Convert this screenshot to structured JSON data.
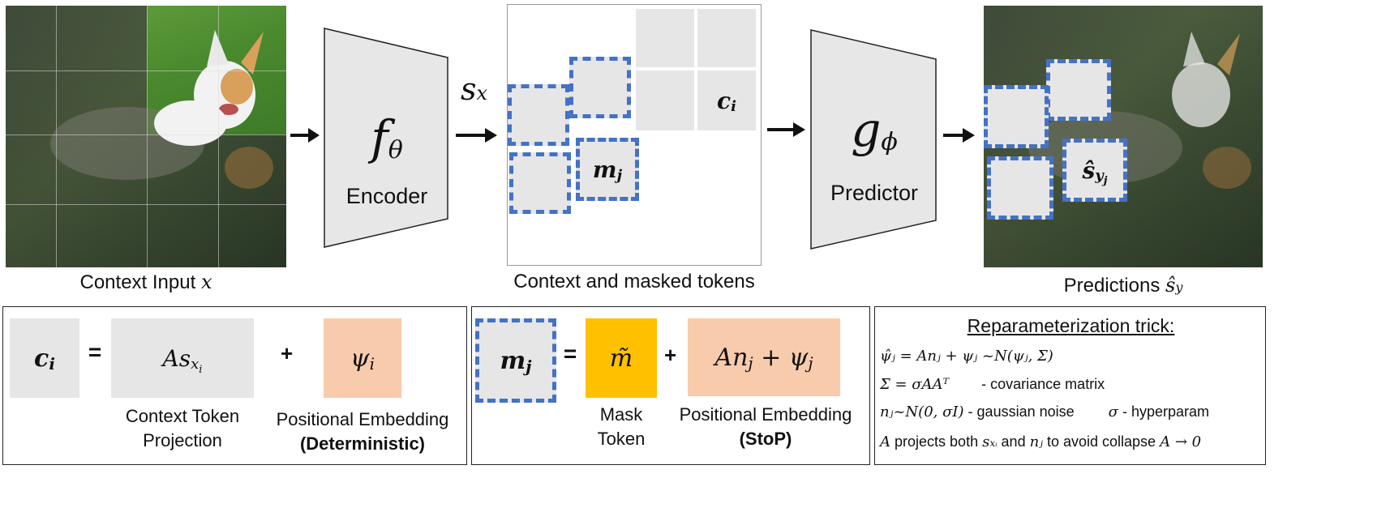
{
  "top": {
    "context_input_caption": "Context Input",
    "context_input_var": "x",
    "encoder_symbol": "f",
    "encoder_subscript": "θ",
    "encoder_label": "Encoder",
    "sx_symbol": "s",
    "sx_subscript": "x",
    "tokens_caption": "Context and masked tokens",
    "ci_symbol": "c",
    "ci_subscript": "i",
    "mj_symbol": "m",
    "mj_subscript": "j",
    "predictor_symbol": "g",
    "predictor_subscript": "ϕ",
    "predictor_label": "Predictor",
    "predictions_caption": "Predictions",
    "predictions_var": "ŝ",
    "predictions_var_sub": "y",
    "pred_token_symbol": "ŝ",
    "pred_token_sub": "y",
    "pred_token_subsub": "j"
  },
  "bottom_left": {
    "ci_symbol": "c",
    "ci_subscript": "i",
    "equals": "=",
    "proj_expr": "As",
    "proj_sub": "x",
    "proj_subsub": "i",
    "plus": "+",
    "psi_symbol": "ψ",
    "psi_sub": "i",
    "proj_label_1": "Context Token",
    "proj_label_2": "Projection",
    "pe_label": "Positional Embedding",
    "pe_type": "(Deterministic)"
  },
  "bottom_mid": {
    "mj_symbol": "m",
    "mj_subscript": "j",
    "equals": "=",
    "mask_symbol": "m̃",
    "plus": "+",
    "stop_expr": "An",
    "stop_expr_sub": "j",
    "stop_plus": " + ψ",
    "stop_plus_sub": "j",
    "mask_label_1": "Mask",
    "mask_label_2": "Token",
    "pe_label": "Positional Embedding",
    "pe_type": "(StoP)"
  },
  "bottom_right": {
    "title": "Reparameterization trick:",
    "line1": "ψ̂ⱼ = Anⱼ + ψⱼ ~N(ψⱼ, Σ)",
    "line2_expr": "Σ = σAAᵀ",
    "line2_desc": "- covariance matrix",
    "line3_expr": "nⱼ~N(0, σI)",
    "line3_desc": "- gaussian noise",
    "line3_sigma": "σ",
    "line3_sigma_desc": "- hyperparam",
    "line4_a": "A",
    "line4_text1": "projects both",
    "line4_sx": "s",
    "line4_sx_sub": "xᵢ",
    "line4_and": "and",
    "line4_nj": "nⱼ",
    "line4_text2": "to avoid collapse",
    "line4_collapse": "A → 0"
  },
  "colors": {
    "token_gray": "#e6e6e6",
    "mask_blue": "#4472c4",
    "mask_token_yellow": "#ffc000",
    "pe_peach": "#f8cbad",
    "trapezoid_gray": "#e7e7e7"
  }
}
